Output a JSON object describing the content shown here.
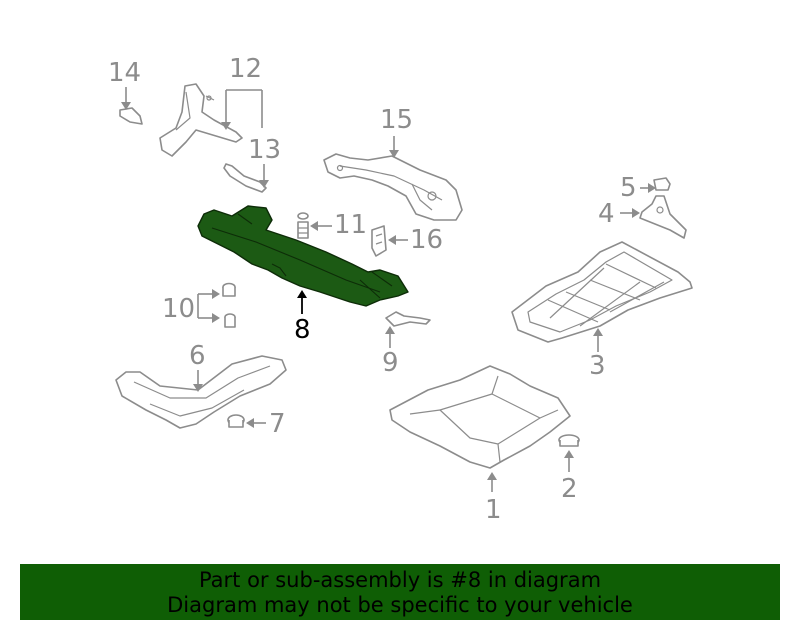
{
  "callouts": {
    "c1": "1",
    "c2": "2",
    "c3": "3",
    "c4": "4",
    "c5": "5",
    "c6": "6",
    "c7": "7",
    "c8": "8",
    "c9": "9",
    "c10": "10",
    "c11": "11",
    "c12": "12",
    "c13": "13",
    "c14": "14",
    "c15": "15",
    "c16": "16"
  },
  "highlight": {
    "part_number": "8",
    "color": "#1c5a14"
  },
  "banner": {
    "line1": "Part or sub-assembly is #8 in diagram",
    "line2": "Diagram may not be specific to your vehicle",
    "background": "#0f5e05"
  }
}
